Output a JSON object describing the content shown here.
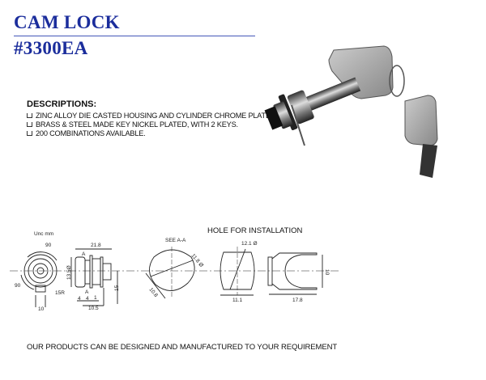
{
  "header": {
    "title": "CAM LOCK",
    "model": "#3300EA"
  },
  "descriptions": {
    "heading": "DESCRIPTIONS:",
    "items": [
      "ZINC ALLOY DIE CASTED HOUSING AND CYLINDER CHROME PLATED.",
      "BRASS & STEEL MADE KEY NICKEL PLATED, WITH 2 KEYS.",
      "200 COMBINATIONS AVAILABLE."
    ]
  },
  "drawing": {
    "unit": "Unc mm",
    "front": {
      "angle_top": "90",
      "angle_left": "90",
      "radius": "15R",
      "width": "10"
    },
    "side": {
      "length": "21.8",
      "diameter": "13.5Ø",
      "height": "15",
      "d1": "4",
      "d2": "4",
      "d3": "1",
      "d4": "10.5",
      "section_a": "A"
    },
    "hole_heading": "HOLE FOR INSTALLATION",
    "see": "SEE A-A",
    "hole1": {
      "dia": "11.8 Ø",
      "flat": "10.8"
    },
    "hole2": {
      "dia": "12.1 Ø",
      "width": "11.1"
    },
    "cam": {
      "height": "10",
      "length": "17.8"
    }
  },
  "footer": "OUR PRODUCTS CAN BE DESIGNED AND MANUFACTURED TO YOUR REQUIREMENT",
  "colors": {
    "title": "#1b2d9c"
  }
}
